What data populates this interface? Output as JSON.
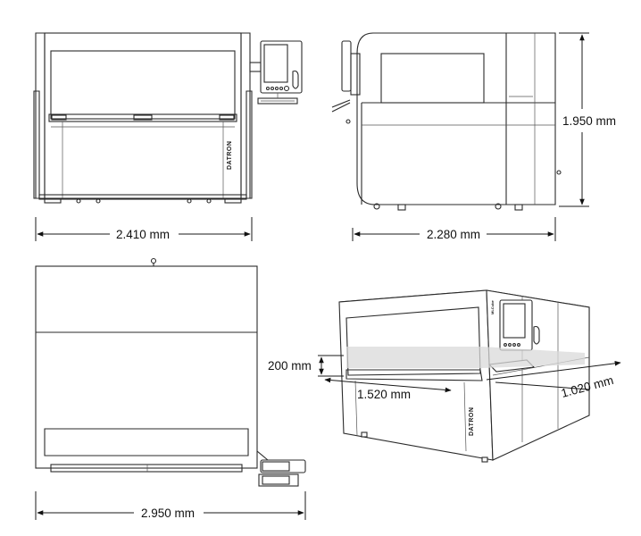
{
  "brand": {
    "logo_text": "DATRON",
    "panel_logo": "MLCube"
  },
  "dimensions": {
    "front_width": "2.410 mm",
    "side_depth": "2.280 mm",
    "height": "1.950 mm",
    "top_width": "2.950 mm",
    "work_height": "200 mm",
    "work_width": "1.520 mm",
    "work_depth": "1.020 mm"
  },
  "colors": {
    "line": "#2a2a2a",
    "highlight": "#d9d9d9"
  }
}
